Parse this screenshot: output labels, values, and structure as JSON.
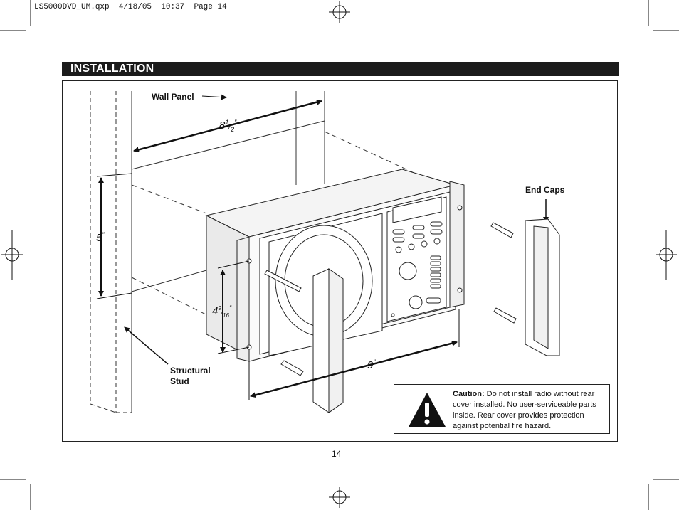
{
  "slug": {
    "filename": "LS5000DVD_UM.qxp",
    "date": "4/18/05",
    "time": "10:37",
    "page": "Page 14"
  },
  "section": {
    "title": "INSTALLATION"
  },
  "labels": {
    "wall_panel": "Wall Panel",
    "end_caps": "End Caps",
    "structural_stud_line1": "Structural",
    "structural_stud_line2": "Stud"
  },
  "dimensions": {
    "width_top": {
      "whole": "8",
      "num": "1",
      "den": "2"
    },
    "height_left": {
      "whole": "5"
    },
    "height_front": {
      "whole": "4",
      "num": "9",
      "den": "16"
    },
    "width_bottom": {
      "whole": "9"
    }
  },
  "caution": {
    "heading": "Caution:",
    "line1": " Do not install radio without rear",
    "line2": "cover installed. No user-serviceable parts",
    "line3": "inside. Rear cover provides protection",
    "line4": "against potential fire hazard."
  },
  "page_number": "14"
}
